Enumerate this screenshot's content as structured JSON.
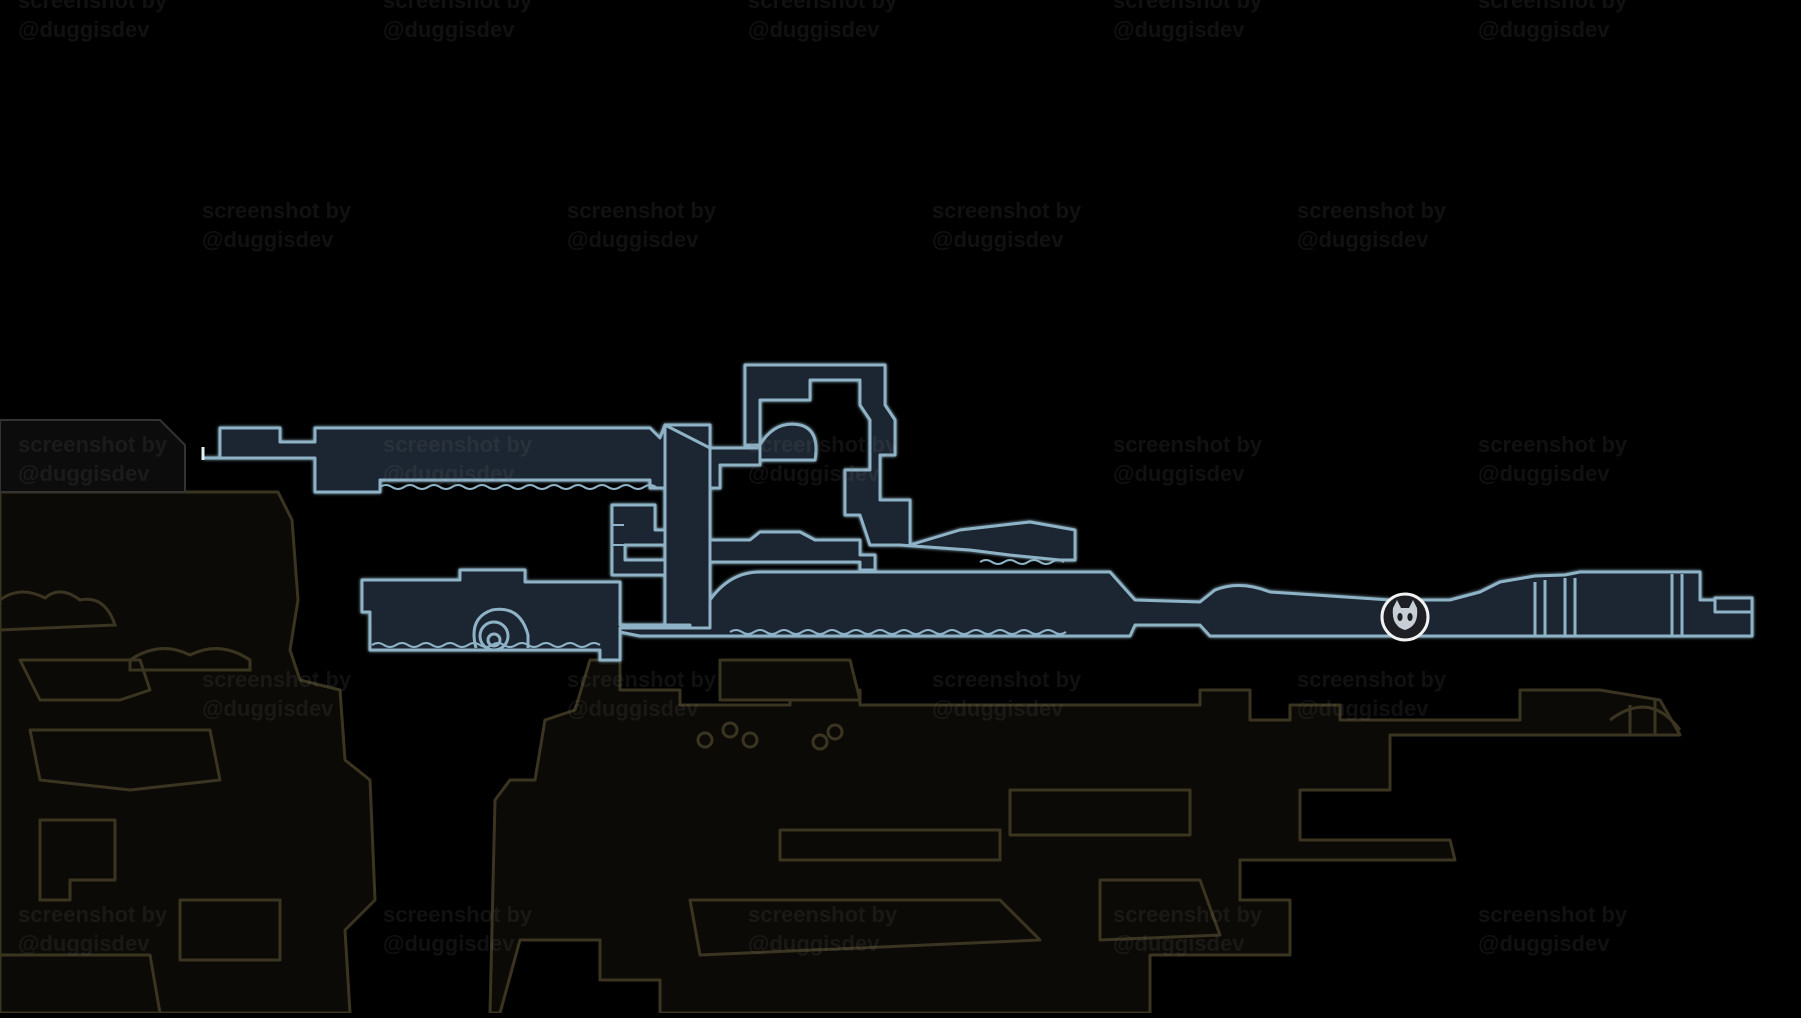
{
  "watermark": {
    "line1": "screenshot by",
    "line2": "@duggisdev"
  },
  "colors": {
    "background": "#000000",
    "active_area_fill": "#1a2630",
    "active_area_outline": "#8fb3c6",
    "inactive_area_fill": "#0b0a06",
    "inactive_area_outline": "#3a3420",
    "watermark_text": "#787878"
  },
  "map": {
    "current_area": "explored-blue-region",
    "player_marker_icon": "knight-head-icon",
    "landmark_icon": "spiral-bench-icon"
  }
}
